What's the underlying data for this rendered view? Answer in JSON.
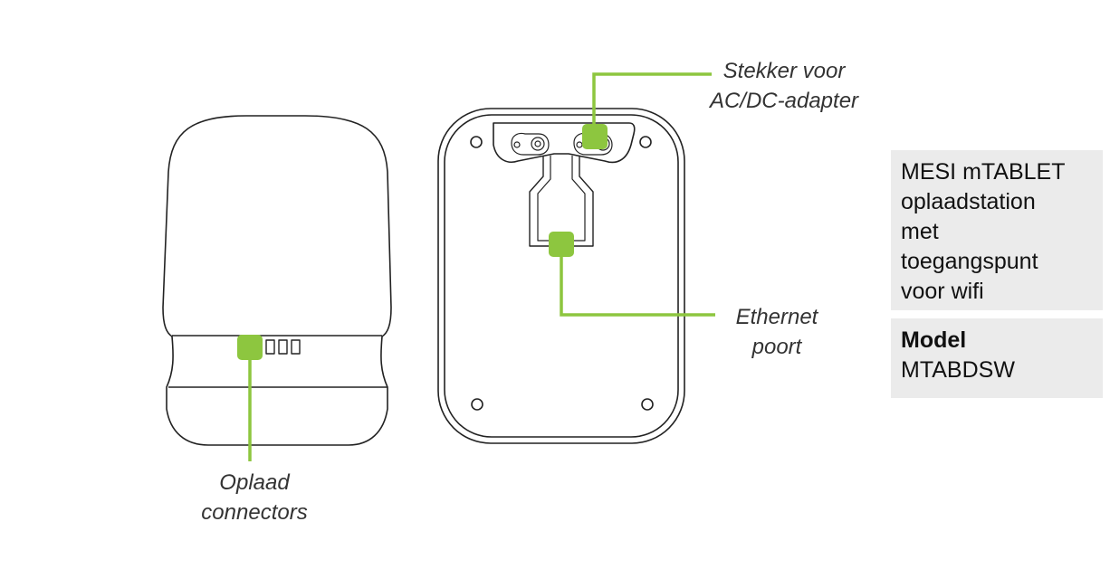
{
  "callouts": {
    "charging_connectors": {
      "line1": "Oplaad",
      "line2": "connectors"
    },
    "adapter_plug": {
      "line1": "Stekker voor",
      "line2": "AC/DC-adapter"
    },
    "ethernet_port": {
      "line1": "Ethernet",
      "line2": "poort"
    }
  },
  "product": {
    "lines": [
      "MESI mTABLET",
      "oplaadstation",
      "met",
      "toegangspunt",
      "voor wifi"
    ]
  },
  "model": {
    "label": "Model",
    "value": "MTABDSW"
  },
  "colors": {
    "accent": "#8dc63f",
    "outline": "#222222",
    "info_box": "#ebebeb"
  }
}
